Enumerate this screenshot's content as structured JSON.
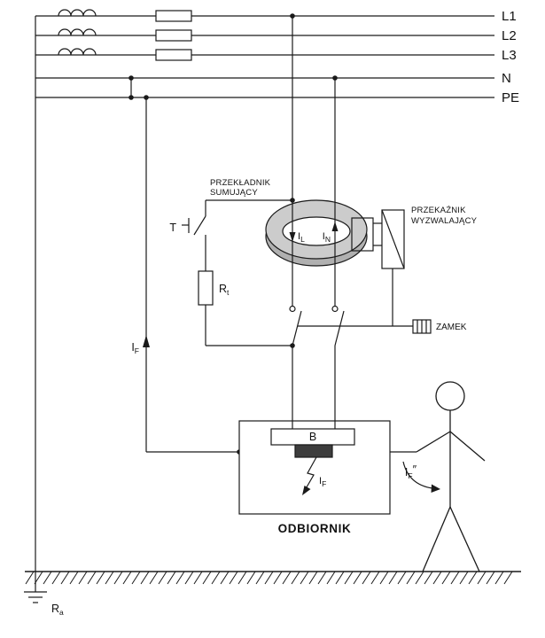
{
  "bus": {
    "labels": [
      "L1",
      "L2",
      "L3",
      "N",
      "PE"
    ]
  },
  "transformer": {
    "name_line1": "PRZEKŁADNIK",
    "name_line2": "SUMUJĄCY"
  },
  "relay": {
    "name_line1": "PRZEKAŹNIK",
    "name_line2": "WYZWALAJĄCY"
  },
  "lock": {
    "name": "ZAMEK"
  },
  "load": {
    "name": "ODBIORNIK",
    "element": "B"
  },
  "test": {
    "button": "T",
    "resistor_main": "R",
    "resistor_sub": "t"
  },
  "earth": {
    "resistance_main": "R",
    "resistance_sub": "a"
  },
  "currents": {
    "il": {
      "main": "I",
      "sub": "L"
    },
    "in": {
      "main": "I",
      "sub": "N"
    },
    "if_pe": {
      "main": "I",
      "sub": "F"
    },
    "if_fault": {
      "main": "I",
      "sub": "F"
    },
    "if_body": {
      "main": "I",
      "sub": "F",
      "sup": "″"
    }
  },
  "colors": {
    "stroke": "#1a1a1a",
    "core_fill_light": "#cccccc",
    "core_fill_dark": "#b0b0b0",
    "element_fill": "#3d3d3d"
  }
}
